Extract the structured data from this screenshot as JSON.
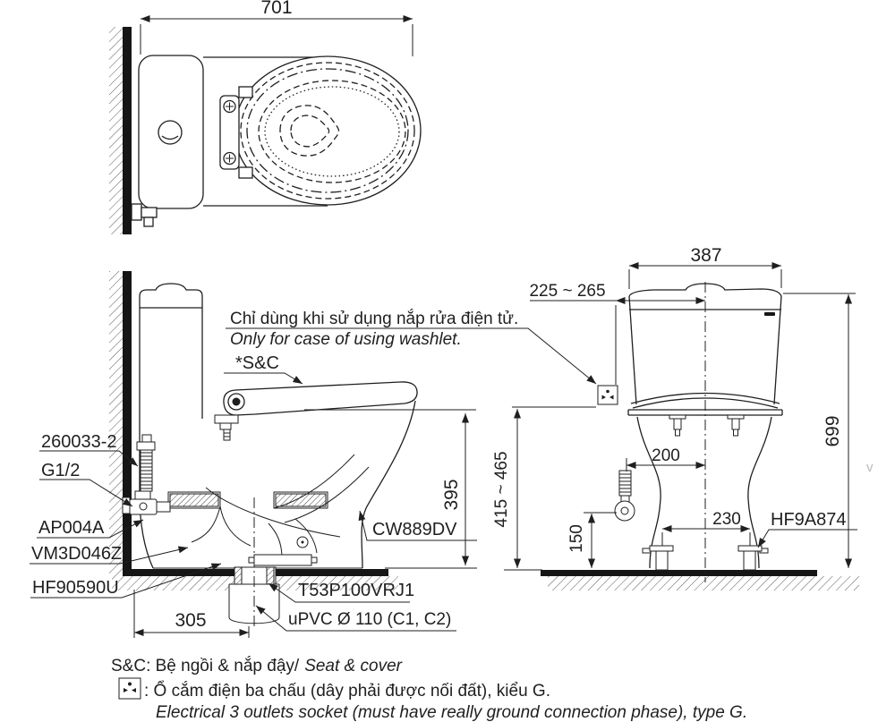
{
  "drawing": {
    "dims": {
      "top_length": "701",
      "tank_width": "387",
      "wall_to_center": "225 ~ 265",
      "total_height": "699",
      "socket_height": "415 ~ 465",
      "supply_to_center": "200",
      "supply_height": "150",
      "bolt_spacing": "230",
      "rim_height": "395",
      "rough_in": "305"
    },
    "parts": {
      "supply_hose": "260033-2",
      "thread": "G1/2",
      "angle_valve": "AP004A",
      "flange": "VM3D046Z",
      "bolt_cap": "HF90590U",
      "bowl_model": "CW889DV",
      "drain_joint": "T53P100VRJ1",
      "drain_pipe": "uPVC Ø 110 (C1, C2)",
      "floor_bolt": "HF9A874",
      "seat_mark": "*S&C"
    },
    "notes": {
      "washlet_vi": "Chỉ dùng khi sử dụng nắp rửa điện tử.",
      "washlet_en": "Only for case of using washlet."
    },
    "legend": {
      "seat_cover_vi": "S&C: Bệ ngồi & nắp đậy/",
      "seat_cover_en": "Seat & cover",
      "socket_vi": ": Ổ cắm điện ba chấu (dây phải được nối đất), kiểu G.",
      "socket_en": "Electrical 3 outlets socket (must have really ground connection phase), type G."
    },
    "watermark": "v",
    "colors": {
      "line": "#1f1f1f",
      "bg": "#ffffff"
    }
  }
}
